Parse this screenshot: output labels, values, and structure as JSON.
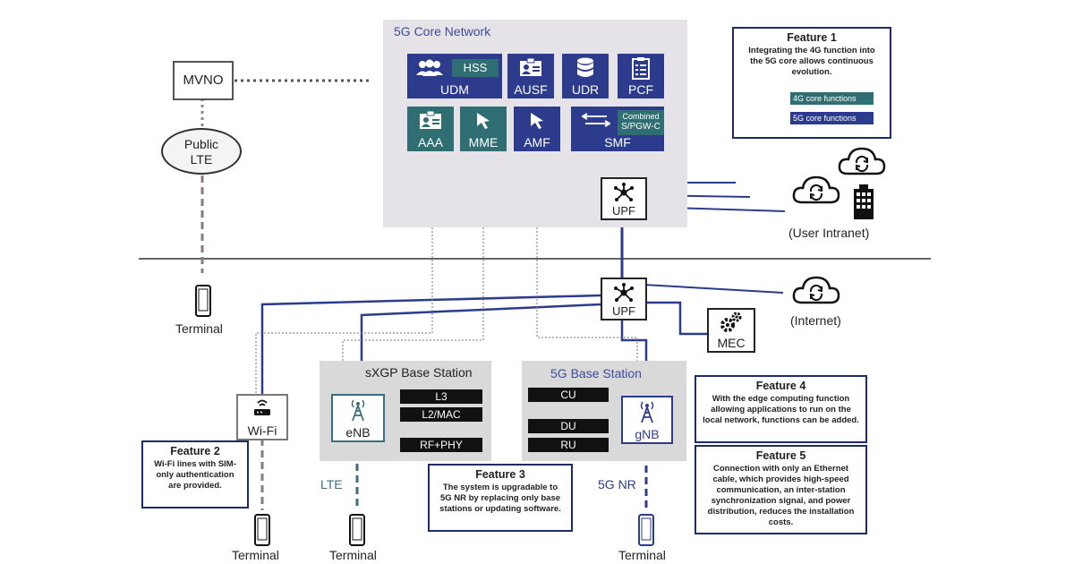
{
  "core": {
    "title": "5G Core Network",
    "functions": {
      "udm": "UDM",
      "hss": "HSS",
      "ausf": "AUSF",
      "udr": "UDR",
      "pcf": "PCF",
      "aaa": "AAA",
      "mme": "MME",
      "amf": "AMF",
      "smf": "SMF",
      "combined": "Combined",
      "spgwc": "S/PGW-C"
    }
  },
  "upf_top": "UPF",
  "upf_bottom": "UPF",
  "mvno": "MVNO",
  "public_lte": [
    "Public",
    "LTE"
  ],
  "user_intranet": "(User Intranet)",
  "internet": "(Internet)",
  "mec": "MEC",
  "wifi": "Wi-Fi",
  "enb": "eNB",
  "gnb": "gNB",
  "lte_label": "LTE",
  "nr_label": "5G NR",
  "terminal": "Terminal",
  "sxgp": {
    "title": "sXGP Base Station",
    "layers": [
      "L3",
      "L2/MAC",
      "RF+PHY"
    ]
  },
  "g5_station": {
    "title": "5G Base Station",
    "layers": [
      "CU",
      "DU",
      "RU"
    ]
  },
  "features": {
    "f1": {
      "title": "Feature 1",
      "text": "Integrating the 4G function into the 5G core allows continuous evolution.",
      "legend_4g": "4G core functions",
      "legend_5g": "5G core functions"
    },
    "f2": {
      "title": "Feature 2",
      "text": "Wi-Fi lines with SIM-only authentication are provided."
    },
    "f3": {
      "title": "Feature 3",
      "text": "The system is upgradable to 5G NR by replacing only base stations or updating software."
    },
    "f4": {
      "title": "Feature 4",
      "text": "With the edge computing function allowing applications to run on the local network, functions can be added."
    },
    "f5": {
      "title": "Feature 5",
      "text": "Connection with only an Ethernet cable, which provides high-speed communication, an inter-station synchronization signal, and power distribution, reduces the installation costs."
    }
  },
  "colors": {
    "core_5g": "#2c3b8c",
    "core_4g": "#2f6f74",
    "link": "#2c3b8c",
    "station_bg": "#d9d9d9",
    "core_bg": "#e6e3e8"
  },
  "icons": [
    "people-icon",
    "id-card-icon",
    "database-icon",
    "checklist-icon",
    "cursor-icon",
    "arrows-exchange-icon",
    "hub-icon",
    "cloud-sync-icon",
    "building-icon",
    "gears-icon",
    "smartphone-icon",
    "antenna-tower-icon",
    "router-icon"
  ]
}
